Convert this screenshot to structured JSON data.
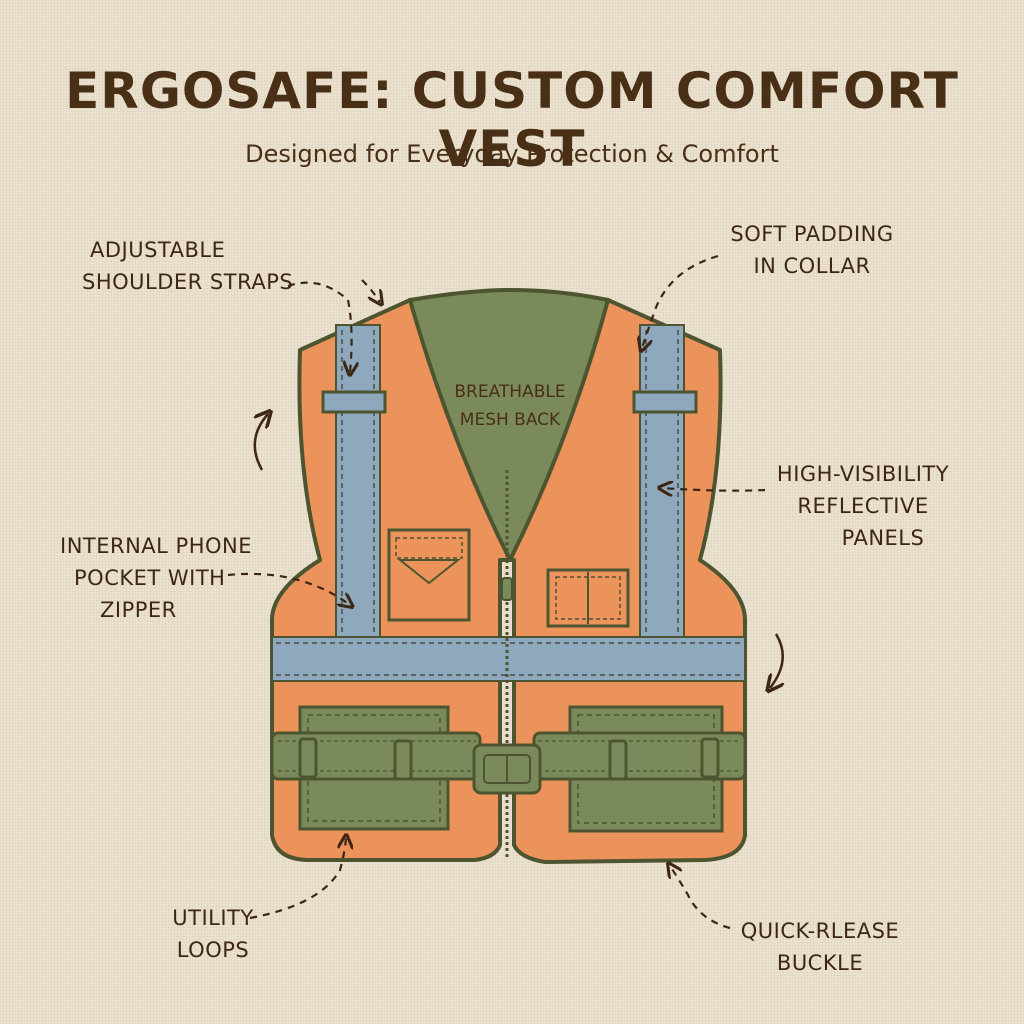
{
  "title": "ERGOSAFE: CUSTOM COMFORT VEST",
  "subtitle": "Designed for Everyday Protection & Comfort",
  "callouts": {
    "shoulder_straps": [
      "ADJUSTABLE",
      "SHOULDER STRAPS"
    ],
    "soft_padding": [
      "SOFT PADDING",
      "IN COLLAR"
    ],
    "mesh_back": [
      "BREATHABLE",
      "MESH BACK"
    ],
    "reflective_panels": [
      "HIGH-VISIBILITY",
      "REFLECTIVE",
      "PANELS"
    ],
    "phone_pocket": [
      "INTERNAL PHONE",
      "POCKET WITH",
      "ZIPPER"
    ],
    "utility_loops": [
      "UTILITY",
      "LOOPS"
    ],
    "buckle": [
      "QUICK-RLEASE",
      "BUCKLE"
    ]
  },
  "colors": {
    "background": "#ebe2cf",
    "vest_orange": "#ec935c",
    "reflective_blue": "#8ea8bd",
    "mesh_green": "#7a8a5a",
    "outline": "#4d5530",
    "ink": "#4a2f17"
  }
}
